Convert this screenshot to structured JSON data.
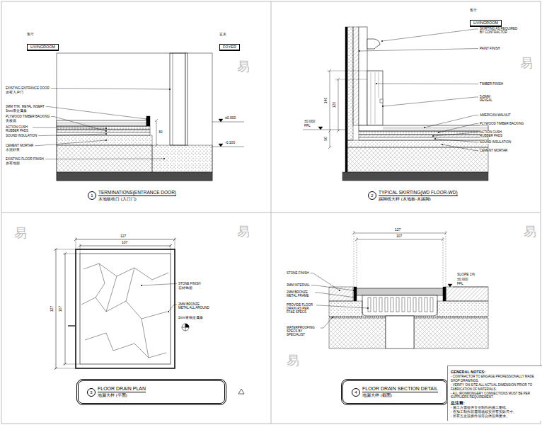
{
  "diagram": {
    "nodes": [
      {
        "text": [
          "客厅",
          "LIVINGROOM"
        ]
      },
      {
        "text": [
          "玄关",
          "FOYER"
        ]
      },
      {
        "text": [
          "1",
          "TERMINATIONS(ENTRANCE DOOR)",
          "木地板收口 (入口门)"
        ]
      },
      {
        "text": [
          "客厅",
          "LIVINGROOM"
        ]
      },
      {
        "text": [
          "2",
          "TYPICAL SKIRTING(WD FLOOR-WD)",
          "踢脚线大样 (木地板-木踢脚)"
        ]
      },
      {
        "text": [
          "3",
          "FLOOR DRAIN PLAN",
          "地漏大样 (平面)"
        ]
      },
      {
        "text": [
          "4",
          "FLOOR DRAIN SECTION DETAIL",
          "地漏大样 (截面)"
        ]
      },
      {
        "text": [
          "GENERAL NOTES:",
          "- CONTRACTOR TO ENGAGE PROFESSIONALLY MADE SHOP DRAWINGS.",
          "- VERIFY ON SITE ALL ACTUAL DIMENSION PRIOR TO FABRICATION OF MATERIALS.",
          "- ALL IRONMONGERY CONNECTIONS MUST BE PER SUPPLIERS REQUIREMENT.",
          "总注释:",
          "- 施工方需提供专业制作的施工图纸。",
          "- 在加工制作前需现场核实所有实际尺寸。",
          "- 所有五金连接件须符合供应商要求。"
        ]
      }
    ],
    "labels": [
      "EXISTING ENTRANCE DOOR",
      "原有入户门",
      "3MM THK. METAL INSERT",
      "3mm厚金属条",
      "PLYWOOD TIMBER BACKING",
      "夹板底",
      "ACTION CUSH RUBBER PADS",
      "SOUND INSULATION",
      "CEMENT MORTAR",
      "水泥砂浆",
      "EXISTING FLOOR FINISH",
      "原有地面",
      "±0.000",
      "-0.100",
      "30",
      "SKIRTING AS REQUIRED BY CONTRACTOR",
      "PAINT FINISH",
      "TIMBER FINISH",
      "5x5MM REVEAL",
      "AMERICAN WALNUT",
      "PLYWOOD TIMBER BACKING",
      "ACTION CUSH RUBBER PADS",
      "SOUND INSULATION",
      "CEMENT MORTAR",
      "140",
      "120",
      "±0.000",
      "FFL",
      "50",
      "127",
      "107",
      "127",
      "107",
      "STONE FINISH",
      "石材饰面",
      "2MM BRONZE METAL ALL AROUND",
      "2mm青铜金属条",
      "127",
      "107",
      "STONE FINISH",
      "3MM INTERVAL",
      "2MM BRONZE METAL FRAME",
      "PROVIDE FLOOR DRAIN AS PER FF&E SPECS",
      "WATERPROOFING SPECS BY SPECIALIST",
      "SLOPE 1%",
      "±0.000",
      "FFL",
      "易",
      "易",
      "易",
      "易",
      "易",
      "易"
    ]
  }
}
